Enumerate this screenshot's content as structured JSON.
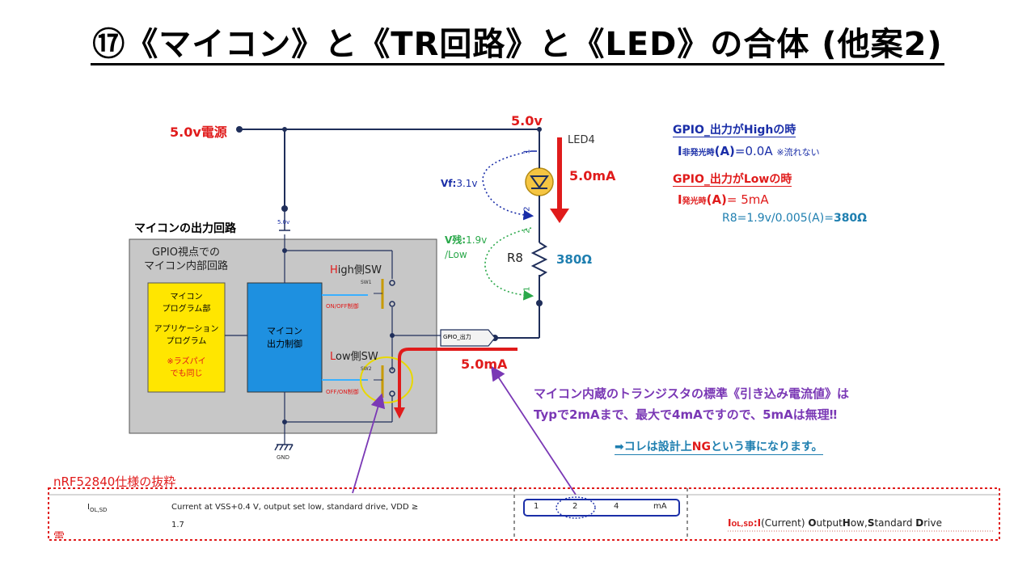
{
  "title": "⑰《マイコン》と《TR回路》と《LED》の合体 (他案2)",
  "circuit": {
    "supply_label": "5.0v電源",
    "top_voltage": "5.0v",
    "led_label": "LED4",
    "led_current": "5.0mA",
    "vf_label": "Vf:",
    "vf_value": "3.1v",
    "vres_label": "V残:",
    "vres_value": "1.9v",
    "vres_low": "/Low",
    "r_name": "R8",
    "r_value": "380Ω",
    "pin1_top": "1",
    "pin2": "2",
    "pin2b": "2",
    "pin1_bot": "1",
    "mcu_out_title": "マイコンの出力回路",
    "vcc_small": "5.0v",
    "gpio_view_line1": "GPIO視点での",
    "gpio_view_line2": "マイコン内部回路",
    "prog_line1": "マイコン",
    "prog_line2": "プログラム部",
    "app_line1": "アプリケーション",
    "app_line2": "プログラム",
    "rpi_line1": "※ラズパイ",
    "rpi_line2": "でも同じ",
    "ctrl_line1": "マイコン",
    "ctrl_line2": "出力制御",
    "high_sw_h": "H",
    "high_sw_rest": "igh側SW",
    "sw1": "SW1",
    "onoff": "ON/OFF制御",
    "low_sw_l": "L",
    "low_sw_rest": "ow側SW",
    "sw2": "SW2",
    "offon": "OFF/ON制御",
    "gpio_out": "GPIO_出力",
    "sink_current": "5.0mA",
    "gnd": "GND"
  },
  "notes": {
    "high_title": "GPIO_出力がHighの時",
    "high_i": "I",
    "high_sub": "非発光時",
    "high_a": "(A)",
    "high_val": "=0.0A",
    "high_note": "※流れない",
    "low_title": "GPIO_出力がLowの時",
    "low_i": "I",
    "low_sub": "発光時",
    "low_a": "(A)",
    "low_val": "= 5mA",
    "r8_eq": "R8=1.9v/0.005(A)=",
    "r8_result": "380Ω"
  },
  "explain": {
    "line1": "マイコン内蔵のトランジスタの標準《引き込み電流値》は",
    "line2": "Typで2mAまで、最大で4mAですので、5mAは無理‼",
    "ng_prefix": "➡コレは設計上",
    "ng_word": "NG",
    "ng_suffix": "という事になります。"
  },
  "spec": {
    "label": "nRF52840仕様の抜粋",
    "param_main": "I",
    "param_sub": "OL,SD",
    "desc": "Current at VSS+0.4 V, output set low, standard drive, VDD ≥",
    "desc2": "1.7",
    "min": "1",
    "typ": "2",
    "max": "4",
    "unit": "mA",
    "legend_main": "I",
    "legend_sub": "OL,SD",
    "legend_colon": ":I",
    "legend_a": "(Current) ",
    "legend_o": "O",
    "legend_b": "utput",
    "legend_h": "H",
    "legend_c": "ow,",
    "legend_s": "S",
    "legend_d": "tandard ",
    "legend_dr": "D",
    "legend_e": "rive",
    "left_mark": "電"
  },
  "colors": {
    "navy": "#1a2ea8",
    "red": "#e01b1b",
    "teal": "#1f7fb0",
    "purple": "#7a38b5",
    "green": "#2aa84a",
    "wire": "#1f2e5a",
    "box_gray": "#c7c7c7",
    "prog_yellow": "#ffe600",
    "ctrl_blue": "#1e90e0"
  }
}
